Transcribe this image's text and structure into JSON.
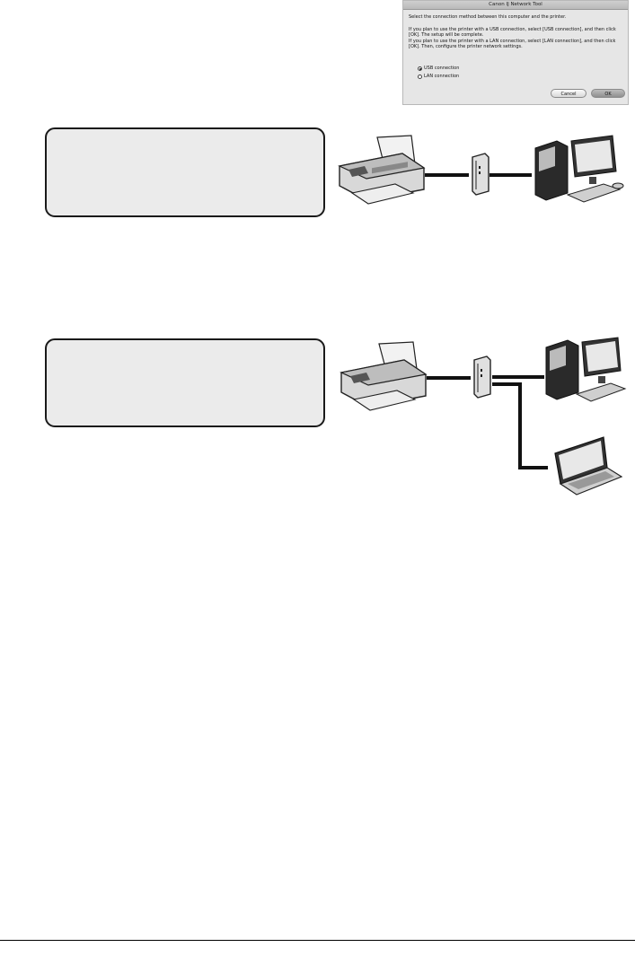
{
  "dialog": {
    "title": "Canon IJ Network Tool",
    "prompt": "Select the connection method between this computer and the printer.",
    "usb_instruction": "If you plan to use the printer with a USB connection, select [USB connection], and then click [OK]. The setup will be complete.",
    "lan_instruction": "If you plan to use the printer with a LAN connection, select [LAN connection], and then click [OK]. Then, configure the printer network settings.",
    "options": [
      {
        "label": "USB connection",
        "selected": true
      },
      {
        "label": "LAN connection",
        "selected": false
      }
    ],
    "cancel_label": "Cancel",
    "ok_label": "OK"
  },
  "icons": [
    "printer-icon",
    "router-icon",
    "desktop-computer-icon",
    "laptop-computer-icon"
  ]
}
